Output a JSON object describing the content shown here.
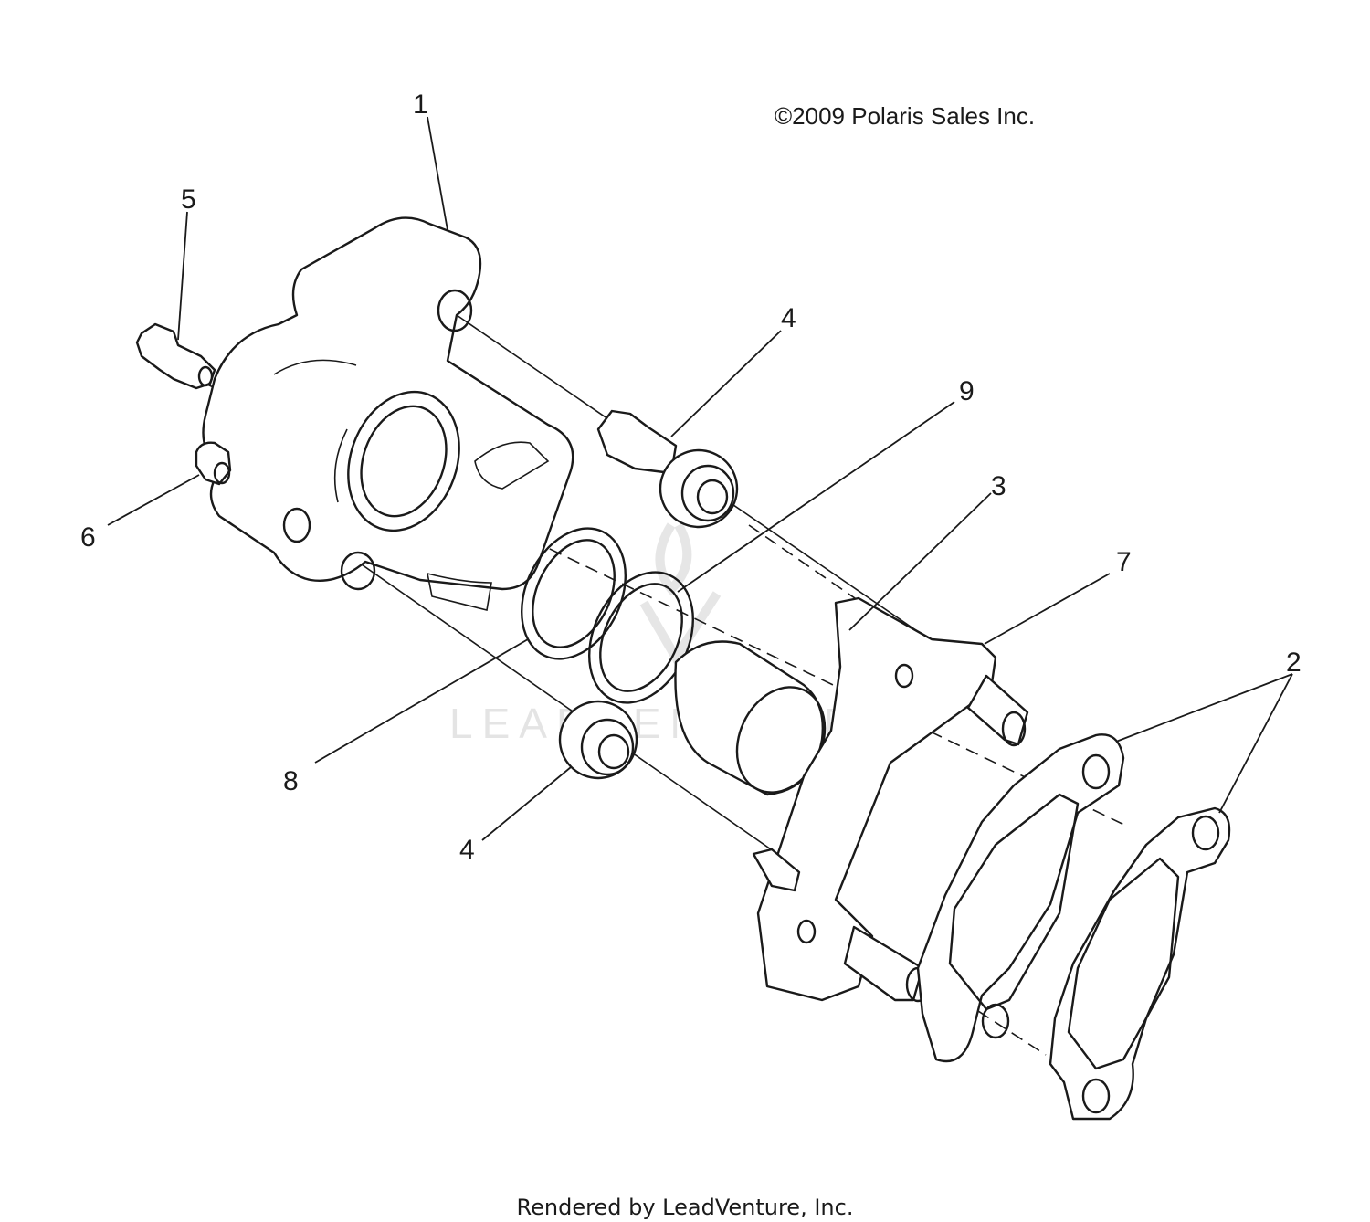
{
  "copyright": "©2009 Polaris Sales Inc.",
  "footer": "Rendered by LeadVenture, Inc.",
  "watermark": "LEADVENTURE",
  "callouts": {
    "c1": "1",
    "c2": "2",
    "c3": "3",
    "c4a": "4",
    "c4b": "4",
    "c5": "5",
    "c6": "6",
    "c7": "7",
    "c8": "8",
    "c9": "9"
  }
}
